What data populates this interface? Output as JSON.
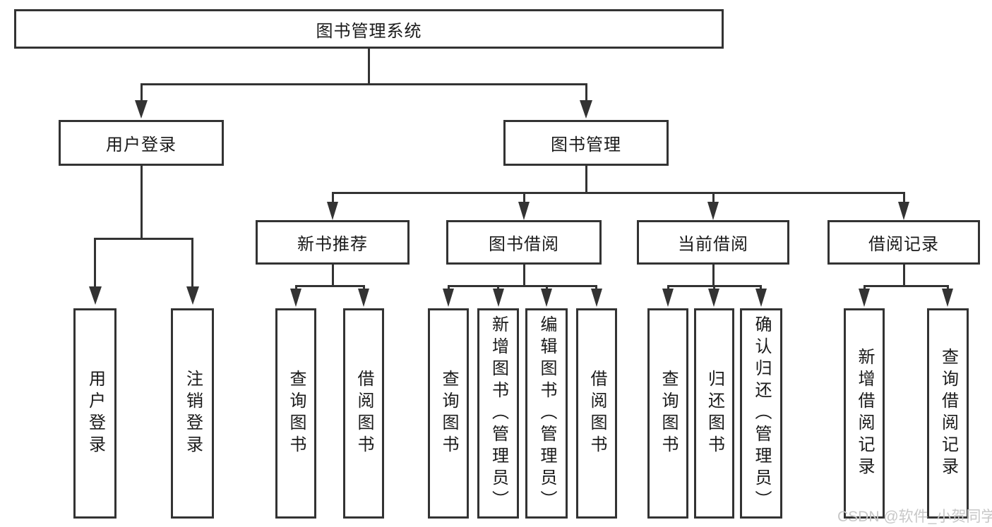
{
  "diagram": {
    "root": "图书管理系统",
    "level2": [
      "用户登录",
      "图书管理"
    ],
    "level3": [
      "新书推荐",
      "图书借阅",
      "当前借阅",
      "借阅记录"
    ],
    "leaves": {
      "user_login": [
        "用户登录",
        "注销登录"
      ],
      "new_book_recommend": [
        "查询图书",
        "借阅图书"
      ],
      "book_borrow": [
        "查询图书",
        "新增图书（管理员）",
        "编辑图书（管理员）",
        "借阅图书"
      ],
      "current_borrow": [
        "查询图书",
        "归还图书",
        "确认归还（管理员）"
      ],
      "borrow_records": [
        "新增借阅记录",
        "查询借阅记录"
      ]
    }
  },
  "watermark": "CSDN @软件_小贺同学",
  "colors": {
    "line": "#333333",
    "box_border": "#333333",
    "box_fill": "#ffffff",
    "text": "#1a1a1a",
    "watermark": "#c7c7c7",
    "background": "#ffffff"
  }
}
